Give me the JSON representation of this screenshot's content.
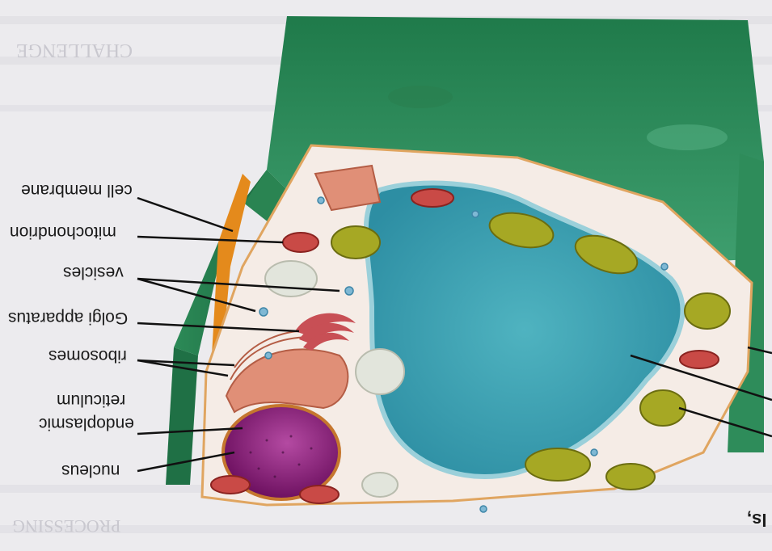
{
  "labels": {
    "cell_membrane": "cell membrane",
    "mitochondrion": "mitochondrion",
    "vesicles": "vesicles",
    "golgi": "Golgi apparatus",
    "ribosomes": "ribosomes",
    "er_line1": "endoplasmic",
    "er_line2": "reticulum",
    "nucleus": "nucleus"
  },
  "page_text": {
    "fragment": "ls,",
    "heading": "CHALLENGE",
    "footer": "PROCESSING"
  },
  "colors": {
    "cell_wall": "#2f8f5e",
    "cell_wall_dark": "#1f6e45",
    "cytoplasm": "#f5ece6",
    "vacuole": "#3fa3b4",
    "nucleus": "#8a1f7c",
    "chloroplast": "#a6a824",
    "mitochondria": "#c94a46",
    "membrane": "#e48a1c"
  }
}
